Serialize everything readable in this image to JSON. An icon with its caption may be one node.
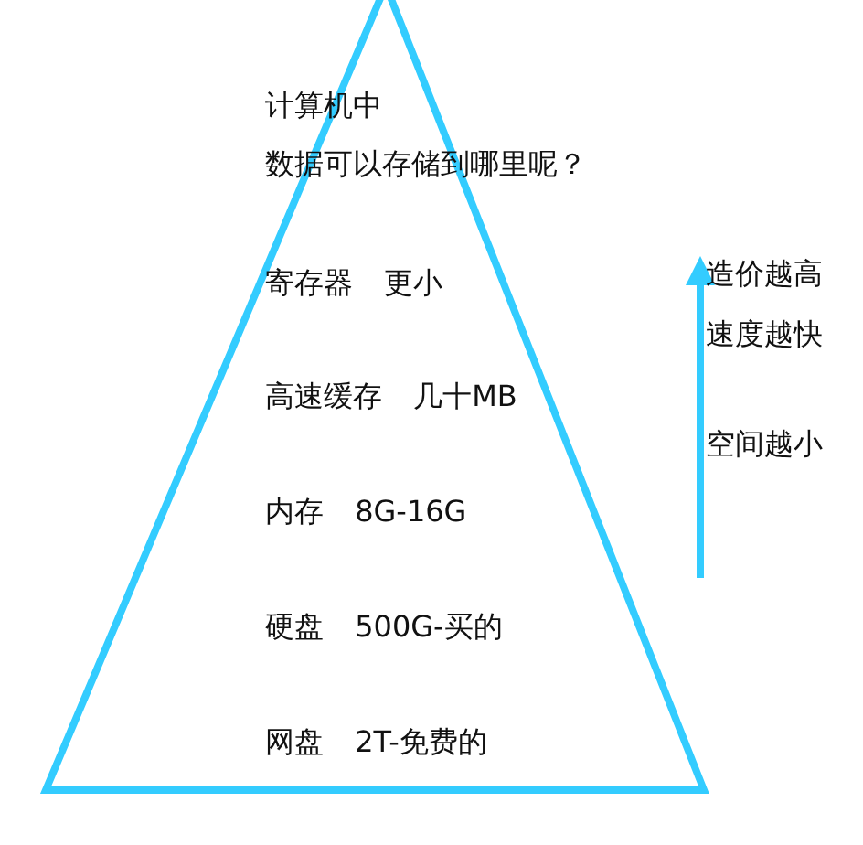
{
  "diagram": {
    "nodes": [
      {
        "text": [
          "计算机中",
          "数据可以存储到哪里呢？",
          "寄存器 更小",
          "高速缓存 几十MB",
          "内存 8G-16G",
          "硬盘 500G-买的",
          "网盘 2T-免费的"
        ]
      }
    ],
    "labels": [
      "造价越高",
      "速度越快",
      "空间越小"
    ]
  }
}
